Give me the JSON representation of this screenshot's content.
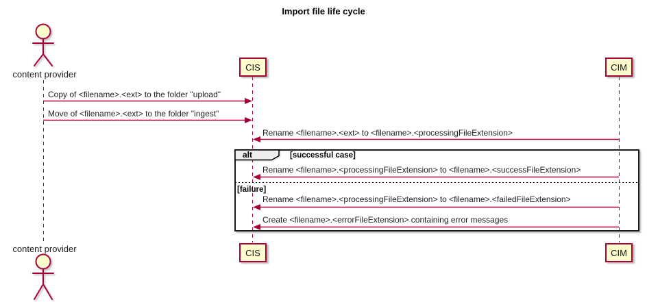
{
  "title": "Import file life cycle",
  "colors": {
    "accent": "#A80036",
    "participant_fill": "#FEFECE",
    "frame_border": "#1b1b1b",
    "frame_label_bg": "#EEEEEE"
  },
  "actor": {
    "label": "content provider"
  },
  "participants": [
    {
      "label": "CIS"
    },
    {
      "label": "CIM"
    }
  ],
  "messages": [
    {
      "from": "content provider",
      "to": "CIS",
      "text": "Copy of <filename>.<ext> to the folder \"upload\""
    },
    {
      "from": "content provider",
      "to": "CIS",
      "text": "Move of <filename>.<ext> to the folder \"ingest\""
    },
    {
      "from": "CIM",
      "to": "CIS",
      "text": "Rename <filename>.<ext> to <filename>.<processingFileExtension>"
    },
    {
      "from": "CIM",
      "to": "CIS",
      "text": "Rename <filename>.<processingFileExtension> to <filename>.<successFileExtension>"
    },
    {
      "from": "CIM",
      "to": "CIS",
      "text": "Rename <filename>.<processingFileExtension> to <filename>.<failedFileExtension>"
    },
    {
      "from": "CIM",
      "to": "CIS",
      "text": "Create <filename>.<errorFileExtension> containing error messages"
    }
  ],
  "alt_frame": {
    "operator": "alt",
    "branches": [
      {
        "guard": "[successful case]"
      },
      {
        "guard": "[failure]"
      }
    ]
  }
}
